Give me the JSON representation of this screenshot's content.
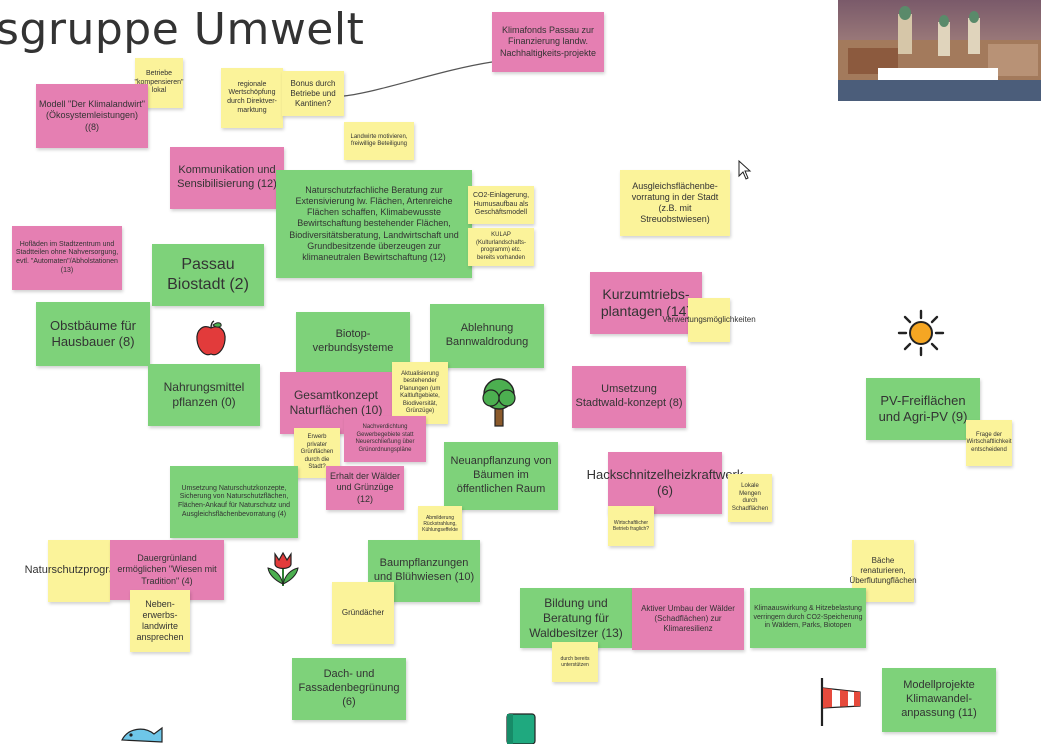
{
  "board": {
    "title": "sgruppe Umwelt"
  },
  "notes": {
    "n1": "Klimafonds Passau zur Finanzierung landw. Nachhaltigkeits-projekte",
    "n2": "Betriebe \"kompensieren\" lokal",
    "n3": "Modell \"Der Klimalandwirt\" (Ökosystemleistungen) ((8)",
    "n4": "regionale Wertschöpfung durch Direktver-marktung",
    "n5": "Bonus durch Betriebe und Kantinen?",
    "n6": "Landwirte motivieren, freiwillige Beteiligung",
    "n7": "Kommunikation und Sensibilisierung (12)",
    "n8": "Naturschutzfachliche Beratung zur Extensivierung lw. Flächen, Artenreiche Flächen schaffen, Klimabewusste Bewirtschaftung bestehender Flächen, Biodiversitätsberatung, Landwirtschaft und Grundbesitzende überzeugen zur klimaneutralen Bewirtschaftung (12)",
    "n9": "CO2-Einlagerung, Humusaufbau als Geschäftsmodell",
    "n10": "KULAP (Kulturlandschafts-programm) etc. bereits vorhanden",
    "n11": "Ausgleichsflächenbe-vorratung in der Stadt (z.B. mit Streuobstwiesen)",
    "n12": "Hofläden im Stadtzentrum und Stadtteilen ohne Nahversorgung, evtl. \"Automaten\"/Abholstationen (13)",
    "n13": "Passau Biostadt (2)",
    "n14": "Kurzumtriebs-plantagen (14)",
    "n15": "Verwertungsmöglichkeiten",
    "n16": "Obstbäume für Hausbauer (8)",
    "n17": "Biotop-verbundsysteme",
    "n18": "Ablehnung Bannwaldrodung",
    "n19": "Nahrungsmittel pflanzen (0)",
    "n20": "Gesamtkonzept Naturflächen (10)",
    "n21": "Aktualisierung bestehender Planungen (um Kaltluftgebiete, Biodiversität, Grünzüge)",
    "n22": "Umsetzung Stadtwald-konzept (8)",
    "n23": "PV-Freiflächen und Agri-PV (9)",
    "n24": "Frage der Wirtschaftlichkeit entscheidend",
    "n25": "Erwerb privater Grünflächen durch die Stadt?",
    "n26": "Nachverdichtung Gewerbegebiete statt Neuerschließung über Grünordnungspläne",
    "n27": "Neuanpflanzung von Bäumen im öffentlichen Raum",
    "n28": "Hackschnitzelheizkraftwerk (6)",
    "n29": "Umsetzung Naturschutzkonzepte, Sicherung von Naturschutzflächen, Flächen-Ankauf für Naturschutz und Ausgleichsflächenbevorratung (4)",
    "n30": "Erhalt der Wälder und Grünzüge (12)",
    "n31": "Lokale Mengen durch Schadflächen",
    "n32": "Wirtschaftlicher Betrieb fraglich?",
    "n33": "Abmilderung Rückstrahlung, Kühlungseffekte",
    "n34": "Naturschutzprogramm",
    "n35": "Dauergrünland ermöglichen \"Wiesen mit Tradition\" (4)",
    "n36": "Baumpflanzungen und Blühwiesen (10)",
    "n37": "Bäche renaturieren, Überflutungflächen",
    "n38": "Neben-erwerbs-landwirte ansprechen",
    "n39": "Gründächer",
    "n40": "Bildung und Beratung für Waldbesitzer (13)",
    "n41": "Aktiver Umbau der Wälder (Schadflächen) zur Klimaresilienz",
    "n42": "Klimaauswirkung & Hitzebelastung verringern durch CO2-Speicherung in Wäldern, Parks, Biotopen",
    "n43": "durch bereits unterstützen",
    "n44": "Dach- und Fassadenbegrünung (6)",
    "n45": "Modellprojekte Klimawandel-anpassung (11)"
  },
  "icons": [
    "apple-icon",
    "tree-icon",
    "tulip-icon",
    "sun-icon",
    "windsock-icon",
    "fish-icon",
    "notebook-icon",
    "cursor-icon"
  ],
  "colors": {
    "green": "#7ed27a",
    "pink": "#e57fb2",
    "yellow": "#fbf39a"
  }
}
